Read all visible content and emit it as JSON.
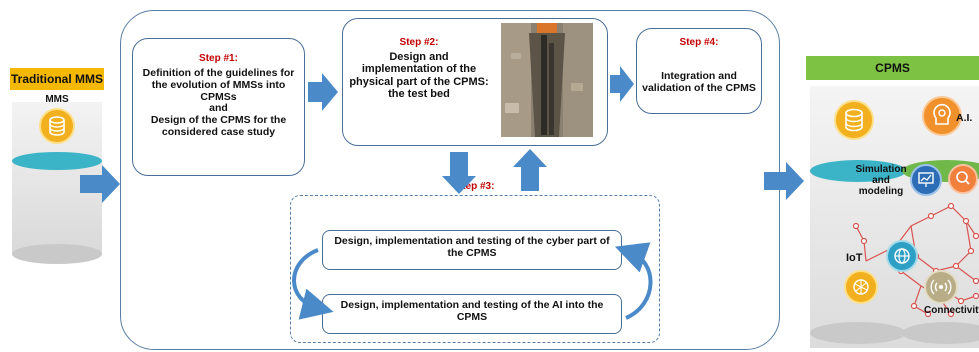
{
  "traditional": {
    "header": "Traditional MMS",
    "label": "MMS"
  },
  "step1": {
    "title": "Step #1:",
    "text": "Definition of the guidelines for the evolution of MMSs into CPMSs",
    "and": "and",
    "text2": "Design of the CPMS for the considered case study"
  },
  "step2": {
    "title": "Step #2:",
    "text": "Design and implementation of the physical part of the CPMS: the test bed"
  },
  "step4": {
    "title": "Step #4:",
    "text": "Integration and validation of the CPMS"
  },
  "step3": {
    "title": "Step #3:",
    "box1": "Design, implementation and testing of the cyber part of the CPMS",
    "box2": "Design, implementation and testing of the AI into the CPMS"
  },
  "cpms": {
    "header": "CPMS",
    "ai": "A.I.",
    "simulation": "Simulation and modeling",
    "iot": "IoT",
    "connectivity": "Connectivity"
  },
  "colors": {
    "arrow": "#4a8ac9",
    "step_red": "#c00000",
    "orange_header": "#f5b800",
    "green_header": "#7dc242",
    "teal": "#3cb4c8",
    "green_ellipse": "#70b84a",
    "circuit": "#d9534f"
  }
}
